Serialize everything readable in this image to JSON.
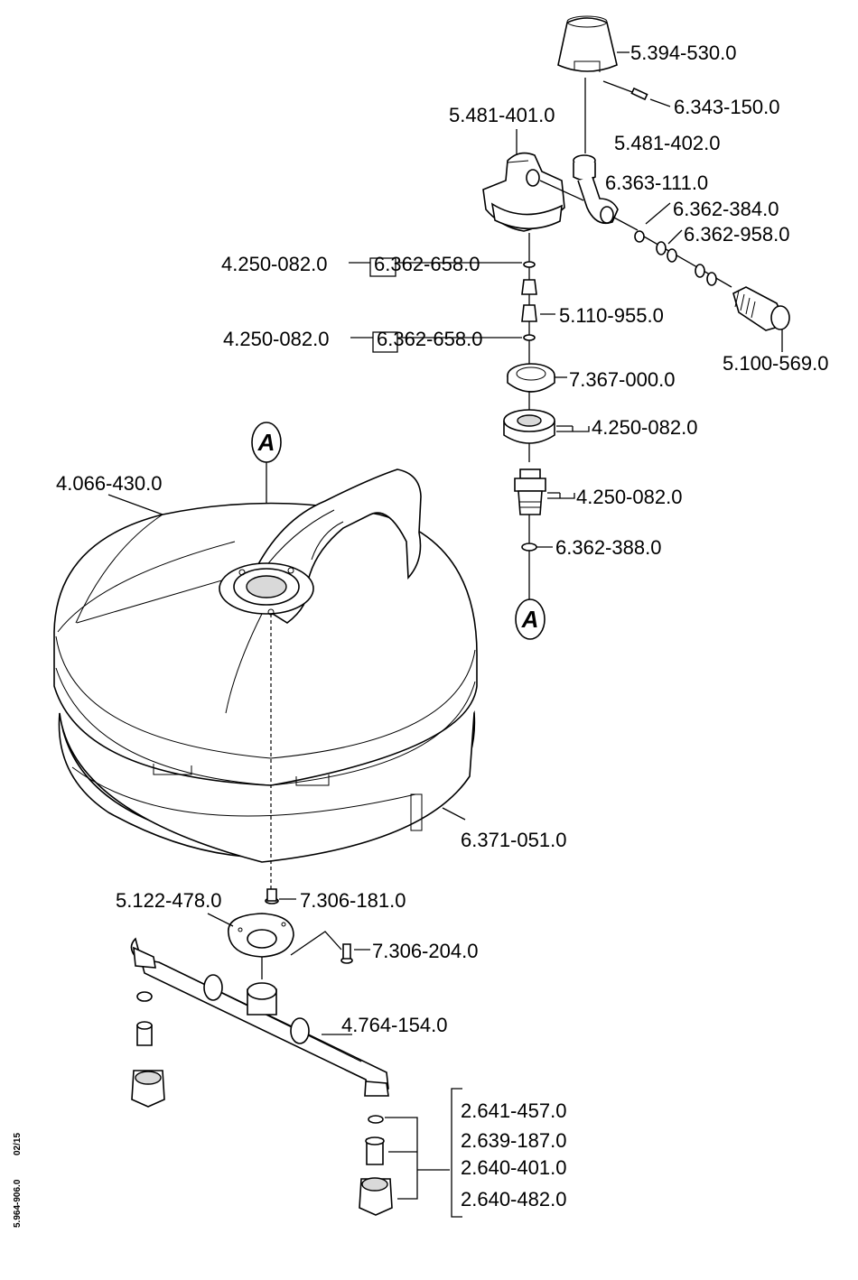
{
  "diagram": {
    "side_code": "5.964-906.0",
    "side_date": "02/15",
    "ref_marker": "A",
    "labels": {
      "p5394_530": "5.394-530.0",
      "p6343_150": "6.343-150.0",
      "p5481_401": "5.481-401.0",
      "p5481_402": "5.481-402.0",
      "p6363_111": "6.363-111.0",
      "p6362_384": "6.362-384.0",
      "p6362_958": "6.362-958.0",
      "p4250_082_a": "4.250-082.0",
      "p6362_658_a": "6.362-658.0",
      "p5110_955": "5.110-955.0",
      "p4250_082_b": "4.250-082.0",
      "p6362_658_b": "6.362-658.0",
      "p5100_569": "5.100-569.0",
      "p7367_000": "7.367-000.0",
      "p4250_082_c": "4.250-082.0",
      "p4066_430": "4.066-430.0",
      "p4250_082_d": "4.250-082.0",
      "p6362_388": "6.362-388.0",
      "p6371_051": "6.371-051.0",
      "p5122_478": "5.122-478.0",
      "p7306_181": "7.306-181.0",
      "p7306_204": "7.306-204.0",
      "p4764_154": "4.764-154.0",
      "p2641_457": "2.641-457.0",
      "p2639_187": "2.639-187.0",
      "p2640_401": "2.640-401.0",
      "p2640_482": "2.640-482.0"
    }
  }
}
